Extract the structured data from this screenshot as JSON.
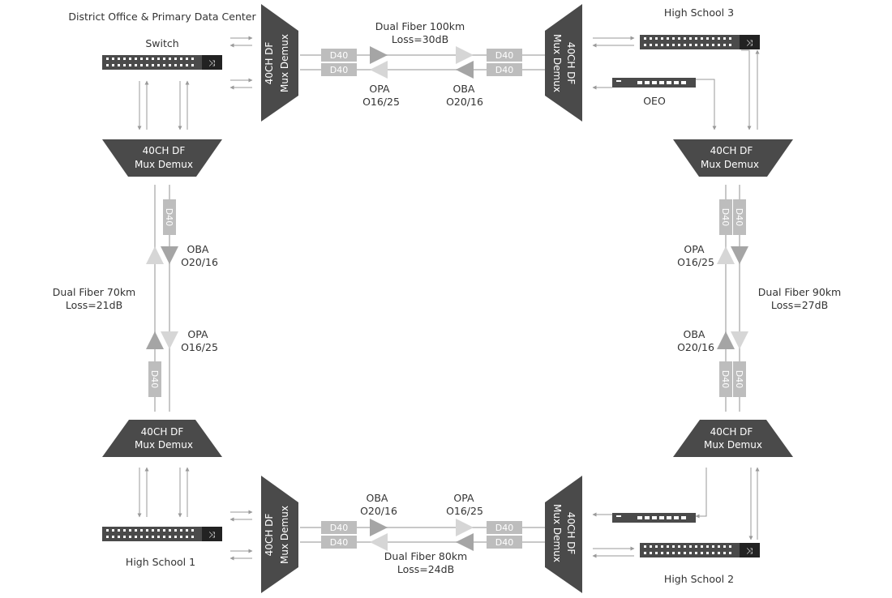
{
  "colors": {
    "device_dark": "#4a4a4a",
    "fiber_line": "#c8c8c8",
    "dcm_box": "#bdbdbd",
    "amp_mid": "#a5a5a5",
    "amp_light": "#d6d6d6",
    "text": "#333333"
  },
  "icons": {
    "switch": "switch-icon",
    "oeo": "oeo-icon",
    "amplifier": "triangle-amplifier-icon"
  },
  "sites": {
    "district": "District Office & Primary Data Center",
    "switch": "Switch",
    "hs1": "High School 1",
    "hs2": "High School 2",
    "hs3": "High School 3",
    "oeo": "OEO"
  },
  "mux": {
    "line1": "40CH DF",
    "line2": "Mux Demux"
  },
  "dcm": "D40",
  "amps": {
    "top_opa": [
      "OPA",
      "O16/25"
    ],
    "top_oba": [
      "OBA",
      "O20/16"
    ],
    "left_oba": [
      "OBA",
      "O20/16"
    ],
    "left_opa": [
      "OPA",
      "O16/25"
    ],
    "right_opa": [
      "OPA",
      "O16/25"
    ],
    "right_oba": [
      "OBA",
      "O20/16"
    ],
    "bottom_oba": [
      "OBA",
      "O20/16"
    ],
    "bottom_opa": [
      "OPA",
      "O16/25"
    ]
  },
  "links": {
    "top": [
      "Dual Fiber 100km",
      "Loss=30dB"
    ],
    "left": [
      "Dual Fiber 70km",
      "Loss=21dB"
    ],
    "right": [
      "Dual Fiber 90km",
      "Loss=27dB"
    ],
    "bottom": [
      "Dual Fiber 80km",
      "Loss=24dB"
    ]
  }
}
